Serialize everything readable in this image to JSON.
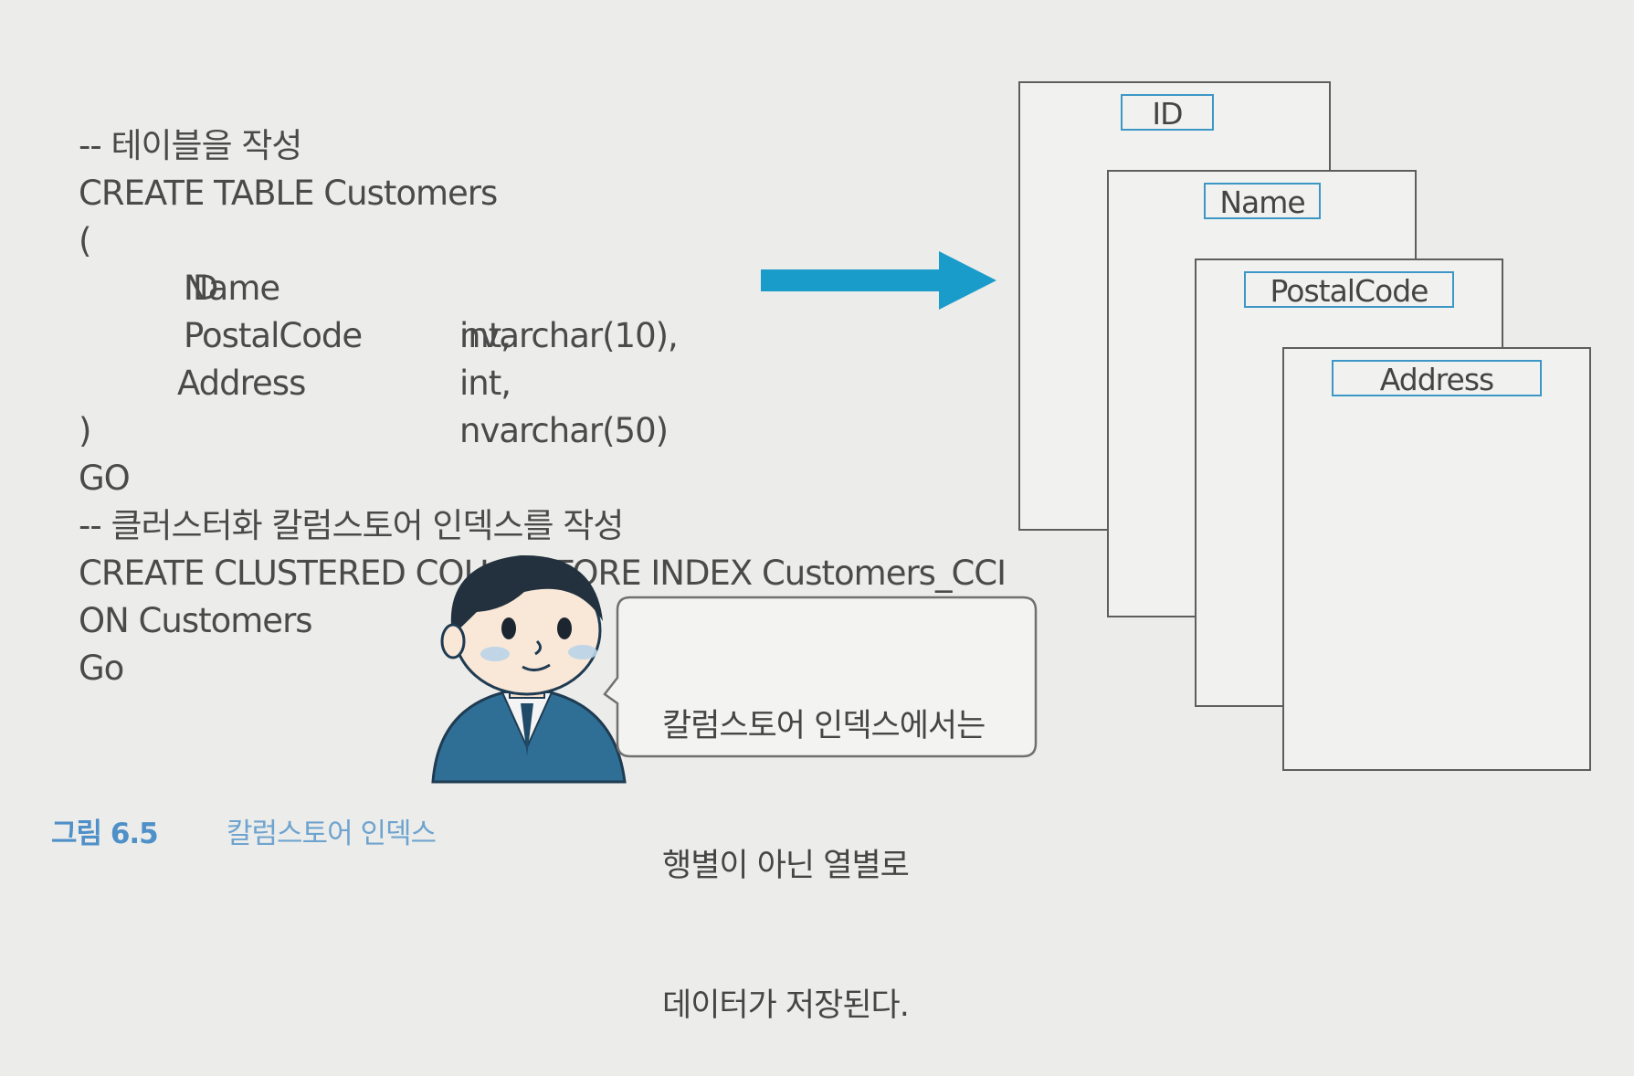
{
  "code": {
    "comment1": "-- 테이블을 작성",
    "create_table": "CREATE TABLE Customers",
    "open_paren": "(",
    "columns": [
      {
        "name": "ID",
        "type": "int,"
      },
      {
        "name": "Name",
        "type": "nvarchar(10),"
      },
      {
        "name": "PostalCode",
        "type": "int,"
      },
      {
        "name": "Address",
        "type": "nvarchar(50)"
      }
    ],
    "close_paren": ")",
    "go1": "GO",
    "comment2": "-- 클러스터화 칼럼스토어 인덱스를 작성",
    "create_index": "CREATE CLUSTERED COLUMSTORE INDEX Customers_CCI",
    "on": "ON Customers",
    "go2": "Go"
  },
  "diagram": {
    "arrow_color": "#1a9ccb",
    "column_cards": [
      "ID",
      "Name",
      "PostalCode",
      "Address"
    ]
  },
  "speech_bubble": {
    "lines": [
      "칼럼스토어 인덱스에서는",
      "행별이 아닌 열별로",
      "데이터가 저장된다."
    ]
  },
  "caption": {
    "figure_number": "그림 6.5",
    "title": "칼럼스토어 인덱스"
  },
  "colors": {
    "background": "#ecedea",
    "accent_blue": "#3d97c6",
    "caption_blue": "#4f90c8"
  }
}
